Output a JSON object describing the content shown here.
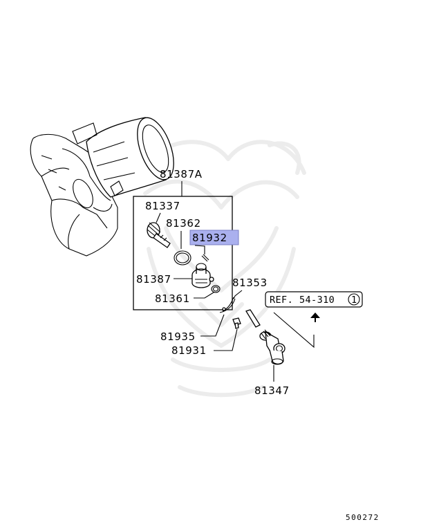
{
  "diagram": {
    "group_label": "81387A",
    "parts": {
      "p81337": "81337",
      "p81362": "81362",
      "p81932": "81932",
      "p81387": "81387",
      "p81361": "81361",
      "p81353": "81353",
      "p81935": "81935",
      "p81931": "81931",
      "p81347": "81347"
    },
    "highlighted_part": "81932",
    "highlight_color": "#aab0ee",
    "reference": {
      "prefix": "REF.",
      "number": "54-310",
      "circled": "1"
    },
    "diagram_code": "500272"
  }
}
